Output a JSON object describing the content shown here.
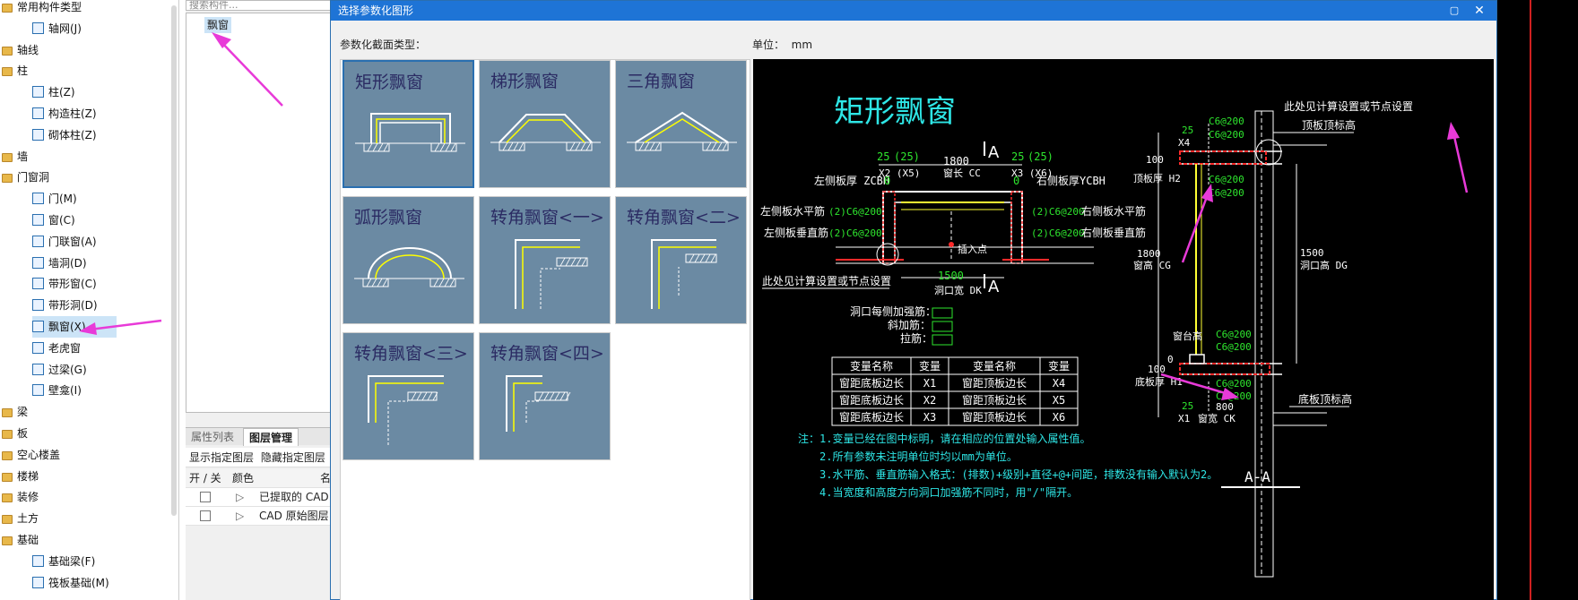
{
  "tree": {
    "items": [
      {
        "label": "常用构件类型",
        "level": 0
      },
      {
        "label": "轴网(J)",
        "level": 1
      },
      {
        "label": "轴线",
        "level": 0
      },
      {
        "label": "柱",
        "level": 0
      },
      {
        "label": "柱(Z)",
        "level": 1
      },
      {
        "label": "构造柱(Z)",
        "level": 1
      },
      {
        "label": "砌体柱(Z)",
        "level": 1
      },
      {
        "label": "墙",
        "level": 0
      },
      {
        "label": "门窗洞",
        "level": 0
      },
      {
        "label": "门(M)",
        "level": 1
      },
      {
        "label": "窗(C)",
        "level": 1
      },
      {
        "label": "门联窗(A)",
        "level": 1
      },
      {
        "label": "墙洞(D)",
        "level": 1
      },
      {
        "label": "带形窗(C)",
        "level": 1
      },
      {
        "label": "带形洞(D)",
        "level": 1
      },
      {
        "label": "飘窗(X)",
        "level": 1,
        "selected": true
      },
      {
        "label": "老虎窗",
        "level": 1
      },
      {
        "label": "过梁(G)",
        "level": 1
      },
      {
        "label": "壁龛(I)",
        "level": 1
      },
      {
        "label": "梁",
        "level": 0
      },
      {
        "label": "板",
        "level": 0
      },
      {
        "label": "空心楼盖",
        "level": 0
      },
      {
        "label": "楼梯",
        "level": 0
      },
      {
        "label": "装修",
        "level": 0
      },
      {
        "label": "土方",
        "level": 0
      },
      {
        "label": "基础",
        "level": 0
      },
      {
        "label": "基础梁(F)",
        "level": 1
      },
      {
        "label": "筏板基础(M)",
        "level": 1
      }
    ]
  },
  "search": {
    "placeholder": "搜索构件...",
    "result": "飘窗"
  },
  "panel_tabs": {
    "attr": "属性列表",
    "layer": "图层管理"
  },
  "layer_toolbar": {
    "show": "显示指定图层",
    "hide": "隐藏指定图层"
  },
  "layer_table": {
    "headers": [
      "开 / 关",
      "颜色",
      "名"
    ],
    "rows": [
      {
        "name": "已提取的 CAD"
      },
      {
        "name": "CAD 原始图层"
      }
    ]
  },
  "dialog": {
    "title": "选择参数化图形",
    "maximize_icon": "maximize-icon",
    "close_icon": "close-icon",
    "section_label": "参数化截面类型：",
    "unit_label": "单位：",
    "unit_value": "mm",
    "shapes": [
      "矩形飘窗",
      "梯形飘窗",
      "三角飘窗",
      "弧形飘窗",
      "转角飘窗<一>",
      "转角飘窗<二>",
      "转角飘窗<三>",
      "转角飘窗<四>"
    ],
    "selected_shape": "矩形飘窗"
  },
  "drawing": {
    "title": "矩形飘窗",
    "dims": {
      "top_left": "25",
      "top_left_paren": "(25)",
      "top_mid": "1800",
      "top_right": "25",
      "top_right_paren": "(25)",
      "x2": "X2 (X5)",
      "window_len": "窗长 CC",
      "x3": "X3 (X6)",
      "left_zero": "0",
      "right_zero": "0",
      "bottom_dim": "1500",
      "opening_width": "洞口宽 DK",
      "sec_mark": "A"
    },
    "plan_labels": {
      "left_thick": "左侧板厚 ZCBH",
      "right_thick": "右侧板厚YCBH",
      "left_h_bar": "左侧板水平筋",
      "left_v_bar": "左侧板垂直筋",
      "right_h_bar": "右侧板水平筋",
      "right_v_bar": "右侧板垂直筋",
      "rebar_c200": "(2)C6@200",
      "insert_point": "插入点",
      "see_note": "此处见计算设置或节点设置"
    },
    "opening_labels": {
      "each_side": "洞口每侧加强筋：",
      "diagonal": "斜加筋：",
      "tie": "拉筋："
    },
    "var_table": {
      "headers": [
        "变量名称",
        "变量",
        "变量名称",
        "变量"
      ],
      "rows": [
        [
          "窗距底板边长",
          "X1",
          "窗距顶板边长",
          "X4"
        ],
        [
          "窗距底板边长",
          "X2",
          "窗距顶板边长",
          "X5"
        ],
        [
          "窗距底板边长",
          "X3",
          "窗距顶板边长",
          "X6"
        ]
      ]
    },
    "notes": [
      "注：1.变量已经在图中标明，请在相应的位置处输入属性值。",
      "2.所有参数未注明单位时均以mm为单位。",
      "3.水平筋、垂直筋输入格式：(排数)+级别+直径+@+间距，排数没有输入默认为2。",
      "4.当宽度和高度方向洞口加强筋不同时，用\"/\"隔开。"
    ],
    "section": {
      "see_note": "此处见计算设置或节点设置",
      "top_slab_level": "顶板顶标高",
      "top_slab_thick": "顶板厚 H2",
      "win_height": "窗高 CG",
      "opening_height": "洞口高 DG",
      "sill_height": "窗台高",
      "bottom_slab_thick": "底板厚 H1",
      "bottom_slab_level": "底板顶标高",
      "win_width": "窗宽 CK",
      "x4": "X4",
      "x1": "X1",
      "d25a": "25",
      "d25b": "25",
      "d100a": "100",
      "d100b": "100",
      "d1800": "1800",
      "d1500": "1500",
      "d800": "800",
      "d0": "0",
      "c200": "C6@200",
      "sec_title": "A-A"
    }
  }
}
